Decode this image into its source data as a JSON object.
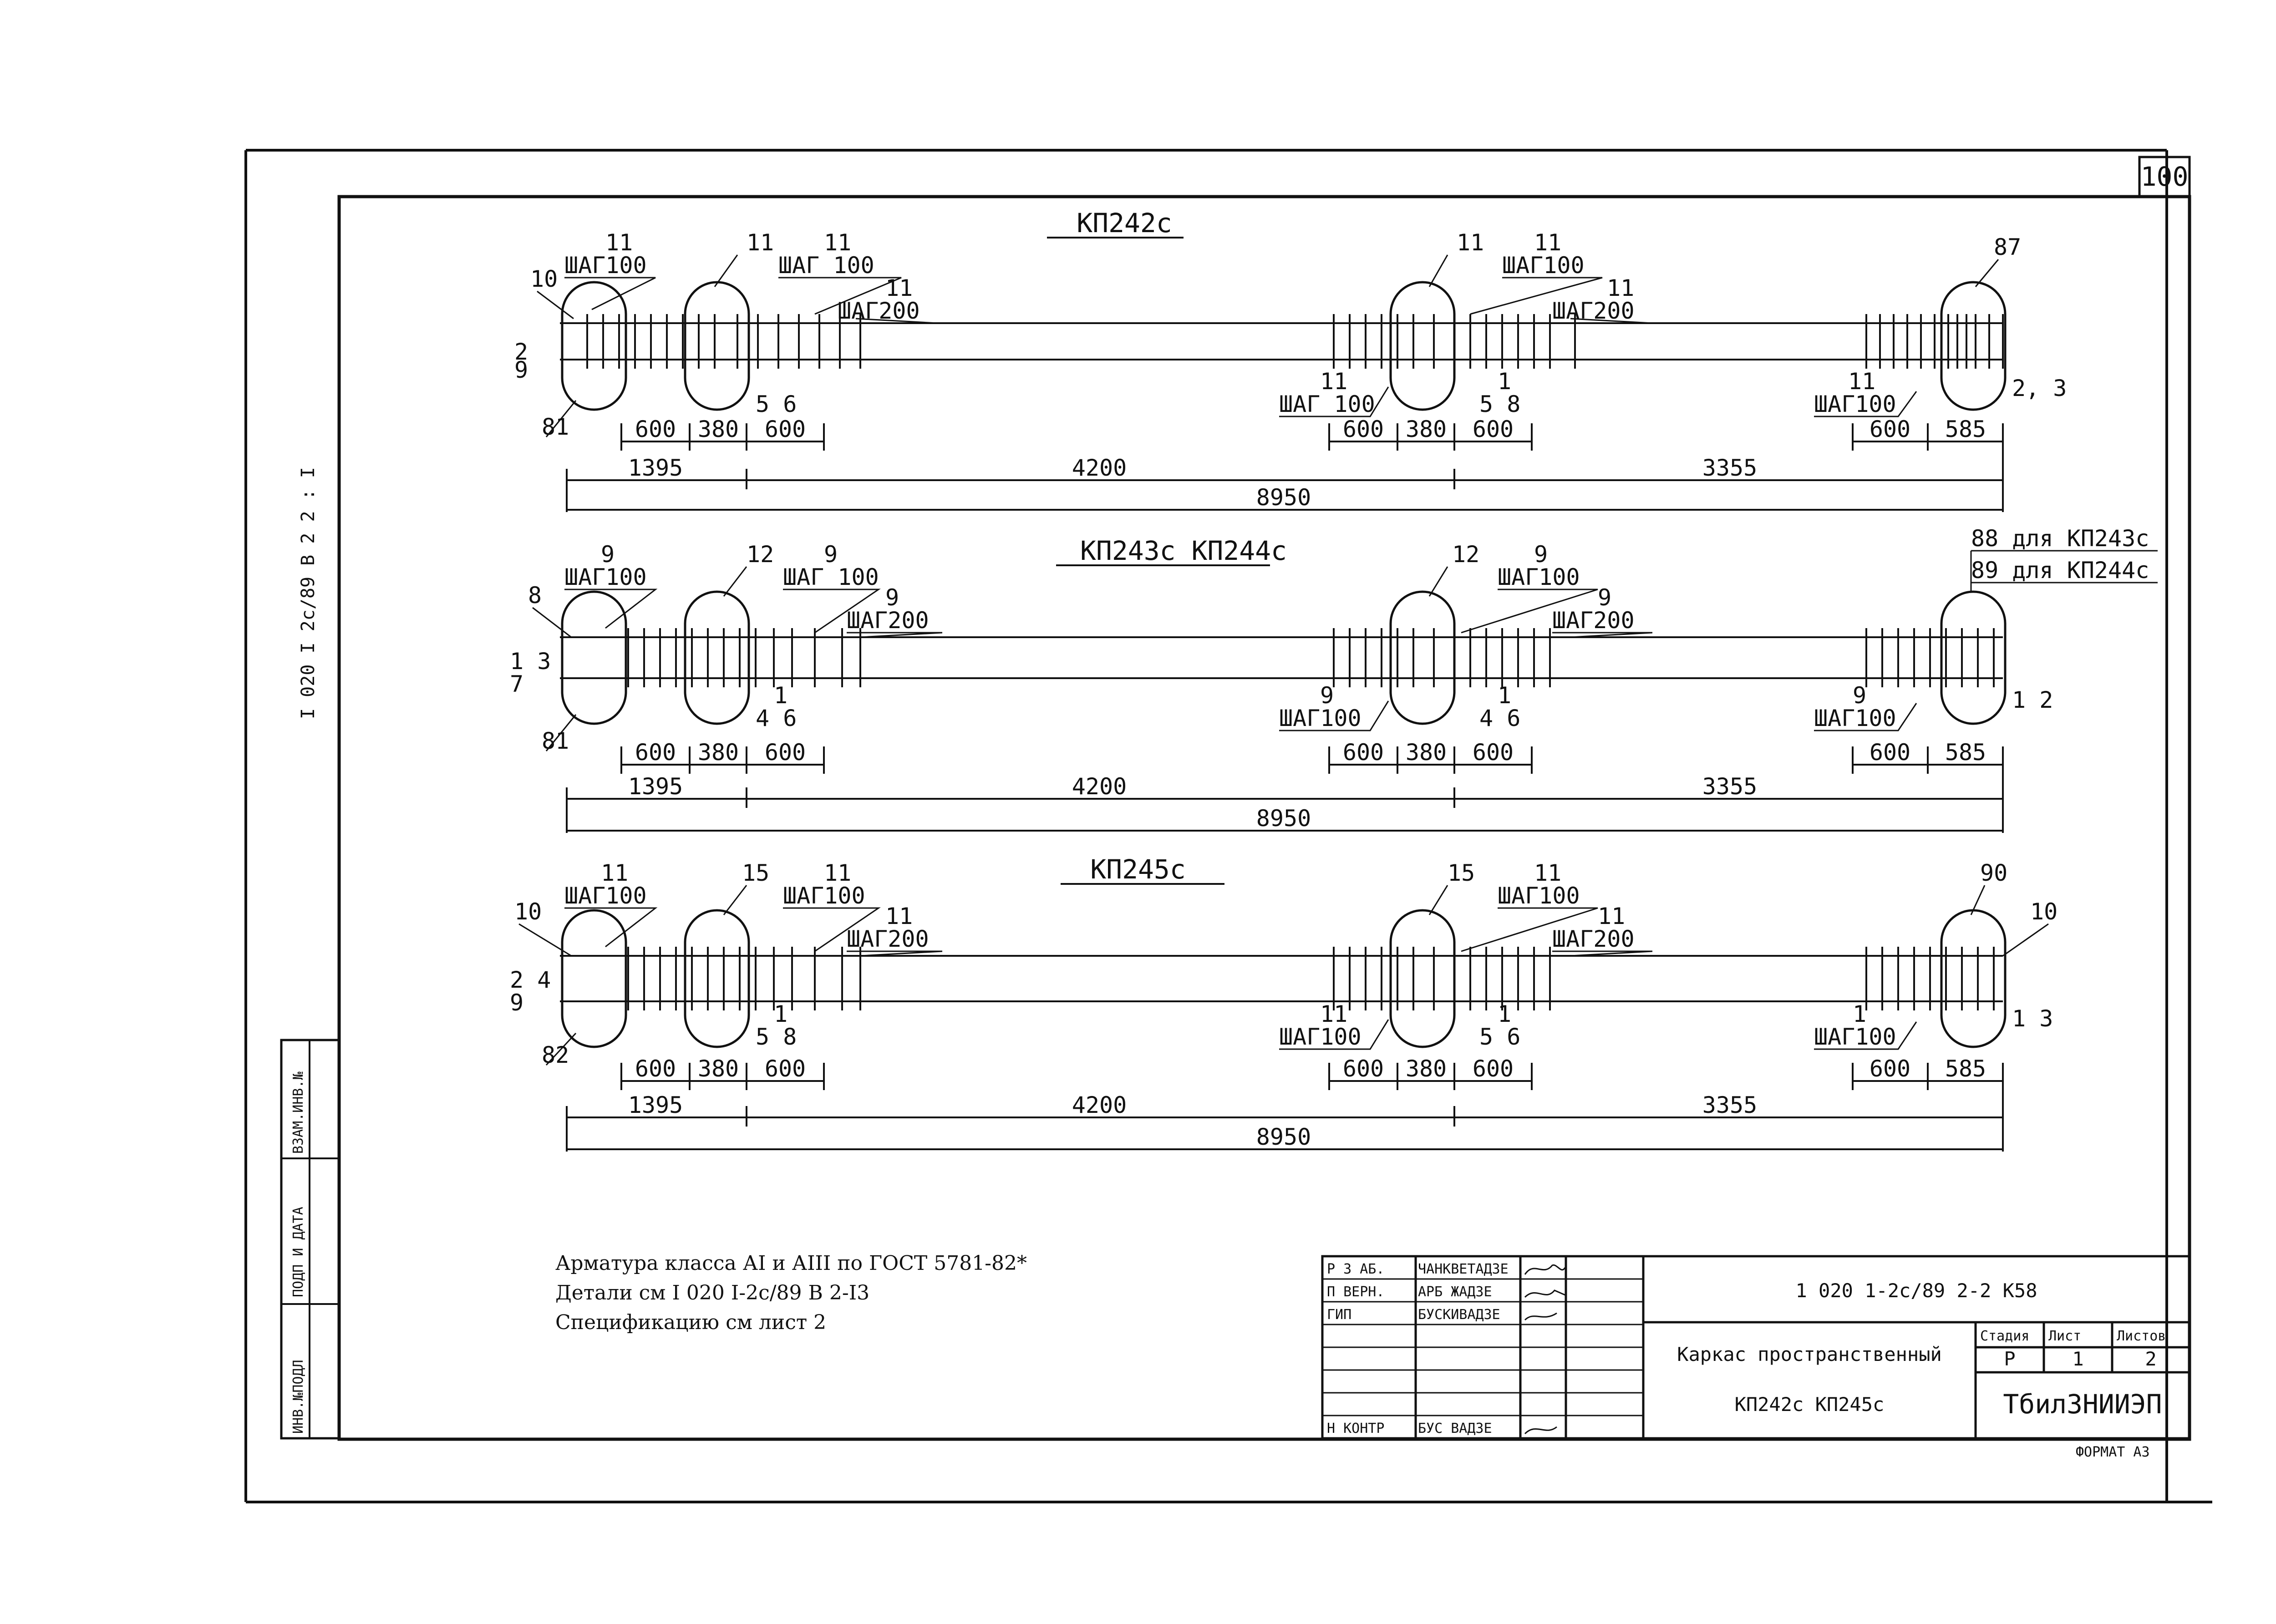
{
  "sheet": {
    "number": "100",
    "format_label": "ФОРМАТ А3",
    "side_code": "I 020 I 2с/89 В 2 2 : I",
    "side_stamp": [
      "ИНВ.№ПОДЛ",
      "ПОДП И ДАТА",
      "ВЗАМ.ИНВ.№"
    ]
  },
  "frames": [
    {
      "title": "КП242с",
      "marks": {
        "left_top": "10",
        "left_bot": "81",
        "left_side": [
          "2",
          "9"
        ],
        "l_step": [
          "11",
          "ШАГ100"
        ],
        "l_mid": [
          "11",
          "11"
        ],
        "l_mid_step": "ШАГ 100",
        "l_step2": [
          "11",
          "ШАГ200"
        ],
        "l_bar": [
          "5 6"
        ],
        "c_top": "11",
        "c_step": [
          "11",
          "ШАГ100"
        ],
        "c_step2": [
          "11",
          "ШАГ200"
        ],
        "c_bot": [
          "11",
          "ШАГ 100"
        ],
        "c_bar": [
          "1",
          "5 8"
        ],
        "right_top": "87",
        "right_side": "2, 3",
        "r_bot": [
          "11",
          "ШАГ100"
        ]
      },
      "dims_small": [
        "600",
        "380",
        "600",
        "600",
        "380",
        "600",
        "600",
        "585"
      ],
      "dims_mid": [
        "1395",
        "4200",
        "3355"
      ],
      "dim_total": "8950"
    },
    {
      "title": "КП243с  КП244с",
      "marks": {
        "left_top": "8",
        "left_bot": "81",
        "left_side": [
          "1 3",
          "7"
        ],
        "l_step": [
          "9",
          "ШАГ100"
        ],
        "l_mid": [
          "12",
          "9"
        ],
        "l_mid_step": "ШАГ 100",
        "l_step2": [
          "9",
          "ШАГ200"
        ],
        "l_bar": [
          "1",
          "4 6"
        ],
        "c_top": "12",
        "c_step": [
          "9",
          "ШАГ100"
        ],
        "c_step2": [
          "9",
          "ШАГ200"
        ],
        "c_bot": [
          "9",
          "ШАГ100"
        ],
        "c_bar": [
          "1",
          "4 6"
        ],
        "right_top": "88 для КП243с",
        "right_top2": "89 для КП244с",
        "right_side": "1 2",
        "r_bot": [
          "9",
          "ШАГ100"
        ]
      },
      "dims_small": [
        "600",
        "380",
        "600",
        "600",
        "380",
        "600",
        "600",
        "585"
      ],
      "dims_mid": [
        "1395",
        "4200",
        "3355"
      ],
      "dim_total": "8950"
    },
    {
      "title": "КП245с",
      "marks": {
        "left_top": "10",
        "left_bot": "82",
        "left_side": [
          "2 4",
          "9"
        ],
        "l_step": [
          "11",
          "ШАГ100"
        ],
        "l_mid": [
          "15",
          "11"
        ],
        "l_mid_step": "ШАГ100",
        "l_step2": [
          "11",
          "ШАГ200"
        ],
        "l_bar": [
          "1",
          "5 8"
        ],
        "c_top": "15",
        "c_step": [
          "11",
          "ШАГ100"
        ],
        "c_step2": [
          "11",
          "ШАГ200"
        ],
        "c_bot": [
          "11",
          "ШАГ100"
        ],
        "c_bar": [
          "1",
          "5 6"
        ],
        "right_top": "90",
        "right_top_side": "10",
        "right_side": "1 3",
        "r_bot": [
          "1",
          "ШАГ100"
        ]
      },
      "dims_small": [
        "600",
        "380",
        "600",
        "600",
        "380",
        "600",
        "600",
        "585"
      ],
      "dims_mid": [
        "1395",
        "4200",
        "3355"
      ],
      "dim_total": "8950"
    }
  ],
  "notes": [
    "Арматура класса АI и АIII по ГОСТ 5781-82*",
    "Детали см  I 020 I-2с/89 В 2-I3",
    "Спецификацию см  лист 2"
  ],
  "title_block": {
    "doc_code": "1 020 1-2с/89  2-2  К58",
    "name_line1": "Каркас пространственный",
    "name_line2": "КП242с   КП245с",
    "org": "ТбилЗНИИЭП",
    "stage_header": [
      "Стадия",
      "Лист",
      "Листов"
    ],
    "stage_values": [
      "Р",
      "1",
      "2"
    ],
    "signatures": [
      [
        "Р З АБ.",
        "ЧАНКВЕТАДЗЕ"
      ],
      [
        "П  ВЕРН.",
        "АРБ ЖАДЗЕ"
      ],
      [
        "ГИП",
        "БУСКИВАДЗЕ"
      ],
      [
        "",
        ""
      ],
      [
        "",
        ""
      ],
      [
        "",
        ""
      ],
      [
        "",
        ""
      ],
      [
        "Н КОНТР",
        "БУС  ВАДЗЕ"
      ]
    ]
  }
}
